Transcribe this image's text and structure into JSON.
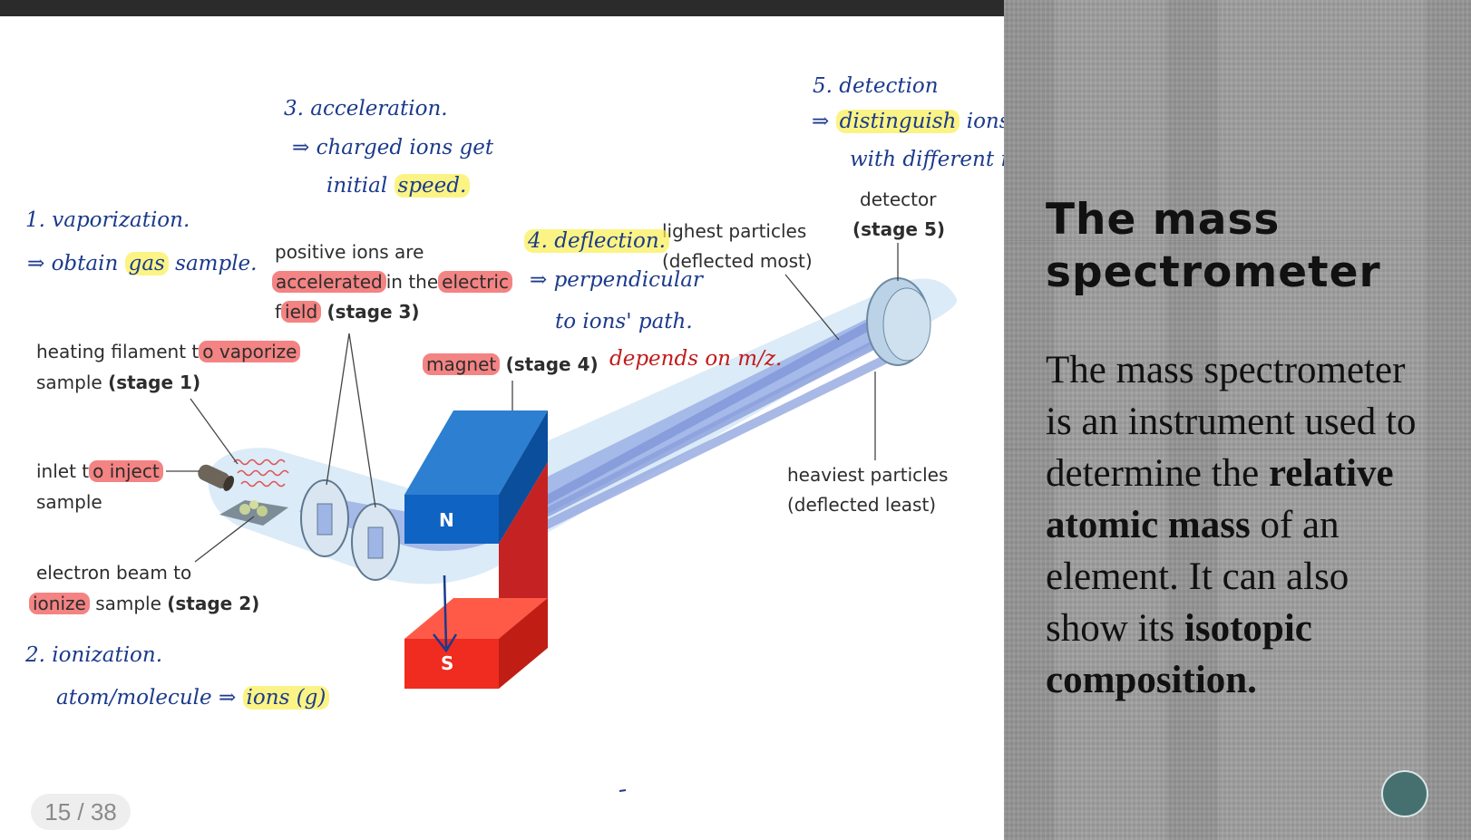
{
  "slide": {
    "title": "The mass spectrometer",
    "body_1": "The mass spectrometer is an instrument used to determine the ",
    "body_bold_1": "relative atomic mass",
    "body_2": " of an element. It can also show its ",
    "body_bold_2": "isotopic composition.",
    "page_counter": "15 / 38"
  },
  "diagram": {
    "magnet_north": "N",
    "magnet_south": "S",
    "labels": {
      "heating_filament_pre": "heating filament t",
      "heating_filament_hl": "o vaporize",
      "heating_filament_post": "sample",
      "stage1": "(stage 1)",
      "inlet_pre": "inlet t",
      "inlet_hl": "o inject",
      "inlet_post": "sample",
      "electron_beam": "electron beam to",
      "ionize_hl": "ionize",
      "ionize_post": "sample",
      "stage2": "(stage 2)",
      "positive_ions": "positive ions are",
      "accelerated_hl": "accelerated",
      "in_the": "in the",
      "electric_hl": "electric",
      "field_pre": "f",
      "field_hl": "ield",
      "stage3": "(stage 3)",
      "magnet_hl": "magnet",
      "stage4": "(stage 4)",
      "lightest_1": "lighest particles",
      "lightest_2": "(deflected most)",
      "detector": "detector",
      "stage5": "(stage 5)",
      "heaviest_1": "heaviest particles",
      "heaviest_2": "(deflected least)"
    }
  },
  "handwritten": {
    "n1_title": "1. vaporization.",
    "n1_pre": "⇒ obtain",
    "n1_hl": "gas",
    "n1_post": "sample.",
    "n2_title": "2. ionization.",
    "n2_pre": "atom/molecule ⇒",
    "n2_hl": "ions (g)",
    "n3_title": "3. acceleration.",
    "n3_line2": "⇒ charged ions get",
    "n3_pre": "initial",
    "n3_hl": "speed.",
    "n4_hl": "4. deflection.",
    "n4_line2": "⇒ perpendicular",
    "n4_line3": "to ions' path.",
    "n4_red": "depends on m/z.",
    "n5_title": "5. detection",
    "n5_arrow": "⇒",
    "n5_hl": "distinguish",
    "n5_post": "ions",
    "n5_line3": "with different m/z."
  }
}
